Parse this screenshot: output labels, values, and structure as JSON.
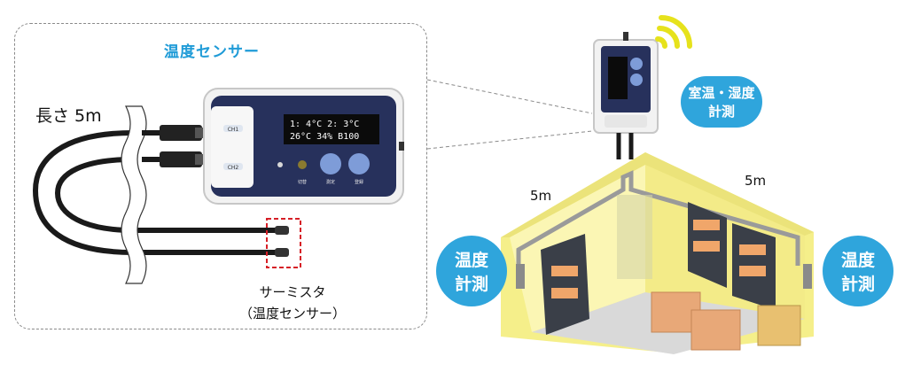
{
  "left_panel": {
    "title": "温度センサー",
    "cable_length": "長さ 5m",
    "thermistor_label_line1": "サーミスタ",
    "thermistor_label_line2": "（温度センサー）"
  },
  "device": {
    "ch1_label": "CH1",
    "ch2_label": "CH2",
    "display_line1": "1:  4°C  2:  3°C",
    "display_line2": "26°C 34%   B100",
    "button_labels": [
      "切替",
      "測定",
      "登録"
    ]
  },
  "right_scene": {
    "room_humidity_line1": "室温・湿度",
    "room_humidity_line2": "計測",
    "temp_left_line1": "温度",
    "temp_left_line2": "計測",
    "temp_right_line1": "温度",
    "temp_right_line2": "計測",
    "distance_left": "5m",
    "distance_right": "5m"
  },
  "colors": {
    "accent_blue": "#1f9bd7",
    "bubble_blue": "#2fa5dc",
    "device_navy": "#27315c",
    "wall_yellow": "#f5ef8a",
    "signal_yellow": "#e6e21c"
  }
}
